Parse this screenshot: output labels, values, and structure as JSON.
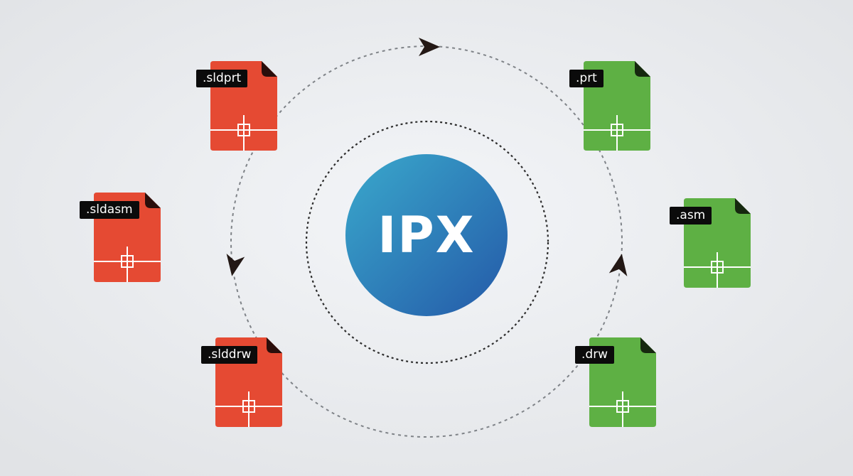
{
  "diagram": {
    "center_label": "IPX",
    "colors": {
      "background_light": "#f3f5f8",
      "background_dark": "#e1e3e6",
      "solidworks_file": "#e54a33",
      "creo_file": "#5eb044",
      "core_gradient_start": "#3aa9cc",
      "core_gradient_end": "#2459a8",
      "label_bg": "#0b0b0b",
      "label_text": "#ffffff",
      "dashed_ring": "#7f8388",
      "inner_ring": "#2c2c2c",
      "arrow": "#231815"
    },
    "files": [
      {
        "label": ".sldprt",
        "format_family": "solidworks",
        "color": "#e54a33"
      },
      {
        "label": ".sldasm",
        "format_family": "solidworks",
        "color": "#e54a33"
      },
      {
        "label": ".slddrw",
        "format_family": "solidworks",
        "color": "#e54a33"
      },
      {
        "label": ".prt",
        "format_family": "creo",
        "color": "#5eb044"
      },
      {
        "label": ".asm",
        "format_family": "creo",
        "color": "#5eb044"
      },
      {
        "label": ".drw",
        "format_family": "creo",
        "color": "#5eb044"
      }
    ],
    "icons": [
      "document-icon",
      "crosshair-icon",
      "arrowhead-icon"
    ]
  }
}
